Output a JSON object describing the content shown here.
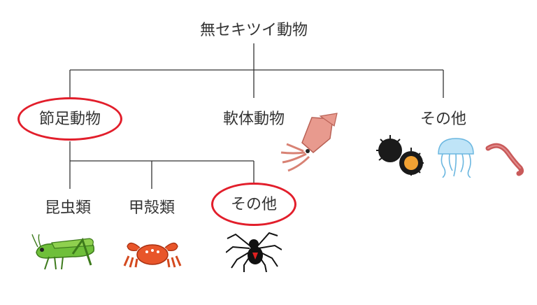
{
  "diagram": {
    "root": "無セキツイ動物",
    "level1": [
      "節足動物",
      "軟体動物",
      "その他"
    ],
    "level2": [
      "昆虫類",
      "甲殻類",
      "その他"
    ]
  },
  "colors": {
    "line": "#333333",
    "highlight": "#e21e2b"
  },
  "illustrations": [
    "grasshopper-icon",
    "crab-icon",
    "spider-icon",
    "squid-icon",
    "sea-urchin-icon",
    "jellyfish-icon",
    "earthworm-icon"
  ]
}
